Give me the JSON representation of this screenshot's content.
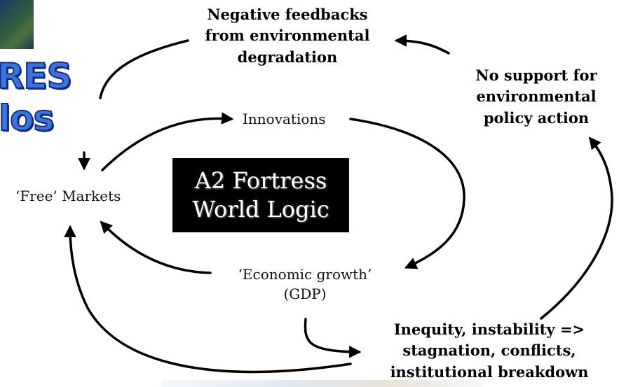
{
  "logo": {
    "word1": "RES",
    "word2": "los"
  },
  "title": {
    "line1": "A2 Fortress",
    "line2": "World Logic"
  },
  "nodes": {
    "innovations": "Innovations",
    "free_markets": "‘Free’ Markets",
    "economic_growth": {
      "line1": "‘Economic growth’",
      "line2": "(GDP)"
    },
    "negative_feedbacks": {
      "line1": "Negative feedbacks",
      "line2": "from environmental",
      "line3": "degradation"
    },
    "no_support": {
      "line1": "No support for",
      "line2": "environmental",
      "line3": "policy action"
    },
    "inequity": {
      "line1": "Inequity, instability =>",
      "line2": "stagnation, conflicts,",
      "line3": "institutional breakdown"
    }
  },
  "colors": {
    "arrow": "#000000",
    "title_bg": "#000000",
    "title_text": "#ffffff",
    "logo_fill": "#3f73d8"
  }
}
